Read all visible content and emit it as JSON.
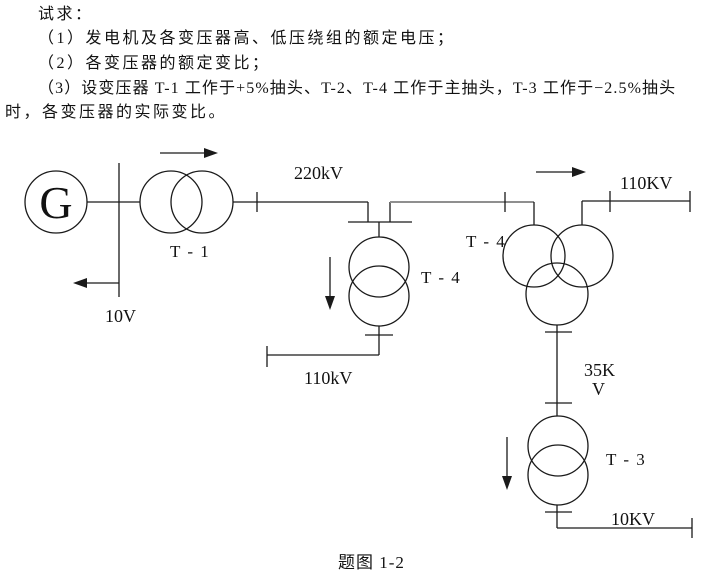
{
  "problem": {
    "prompt": "试求：",
    "items": [
      "（1）发电机及各变压器高、低压绕组的额定电压；",
      "（2）各变压器的额定变比；",
      "（3）设变压器 T-1 工作于+5%抽头、T-2、T-4 工作于主抽头，T-3 工作于−2.5%抽头",
      "时，各变压器的实际变比。"
    ]
  },
  "diagram": {
    "generator": "G",
    "gen_bus_voltage": "10V",
    "hv_line_voltage": "220kV",
    "t1_label": "T - 1",
    "t2_label": "T - 4",
    "t2_lv_voltage": "110kV",
    "t4_label": "T - 4",
    "t4_mv_voltage": "110KV",
    "t4_lv_voltage_line1": "35K",
    "t4_lv_voltage_line2": "V",
    "t3_label": "T - 3",
    "t3_lv_voltage": "10KV"
  },
  "caption": "题图 1-2",
  "colors": {
    "line": "#1a1a1a",
    "gray_wire": "#8f8f8f",
    "background": "#ffffff"
  }
}
